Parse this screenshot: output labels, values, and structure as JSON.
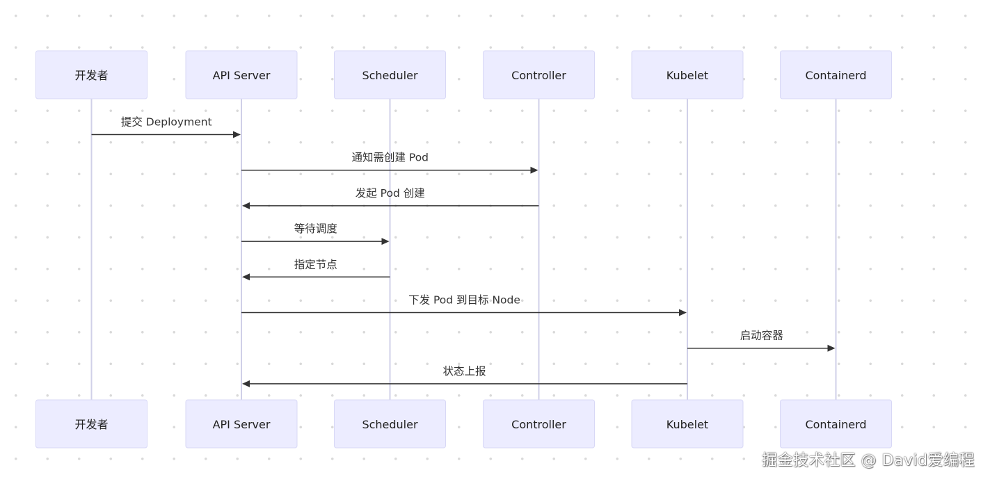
{
  "participants": [
    {
      "label": "开发者"
    },
    {
      "label": "API Server"
    },
    {
      "label": "Scheduler"
    },
    {
      "label": "Controller"
    },
    {
      "label": "Kubelet"
    },
    {
      "label": "Containerd"
    }
  ],
  "messages": [
    {
      "from": 0,
      "to": 1,
      "text": "提交 Deployment"
    },
    {
      "from": 1,
      "to": 3,
      "text": "通知需创建 Pod"
    },
    {
      "from": 3,
      "to": 1,
      "text": "发起 Pod 创建"
    },
    {
      "from": 1,
      "to": 2,
      "text": "等待调度"
    },
    {
      "from": 2,
      "to": 1,
      "text": "指定节点"
    },
    {
      "from": 1,
      "to": 4,
      "text": "下发 Pod 到目标 Node"
    },
    {
      "from": 4,
      "to": 5,
      "text": "启动容器"
    },
    {
      "from": 4,
      "to": 1,
      "text": "状态上报"
    }
  ],
  "watermark": "掘金技术社区 @ David爱编程"
}
